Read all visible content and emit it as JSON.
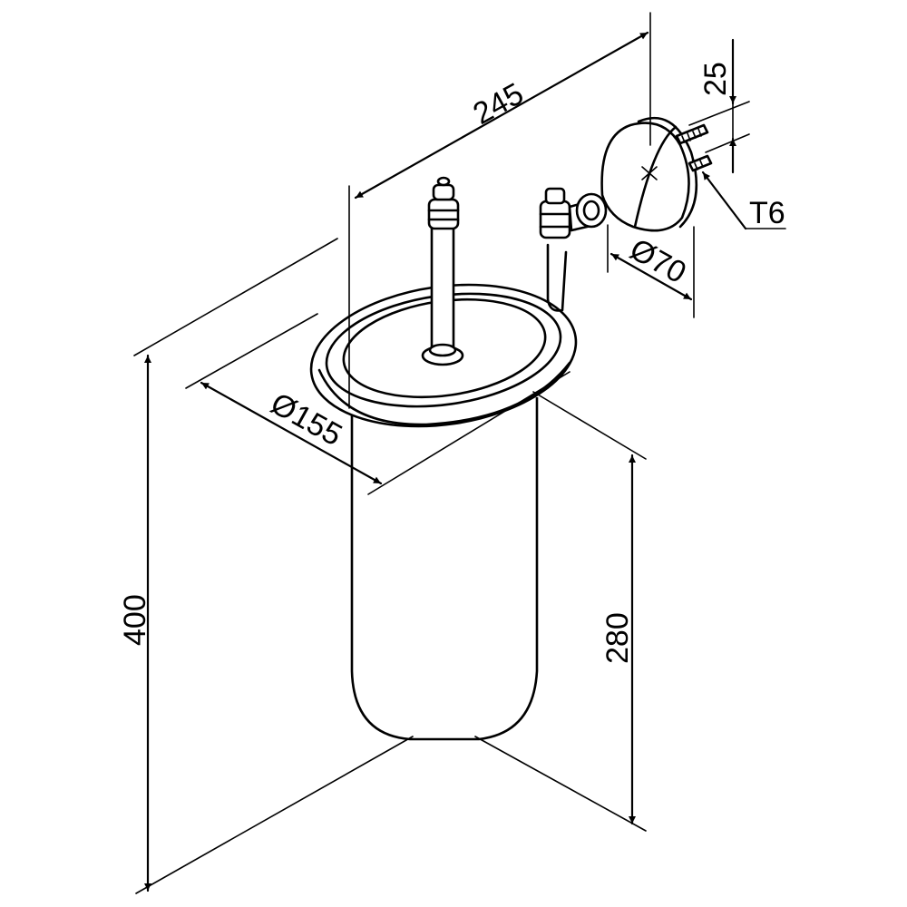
{
  "drawing": {
    "colors": {
      "line": "#000000",
      "background": "#ffffff"
    },
    "dimensions": {
      "width": "245",
      "height_total": "400",
      "height_container": "280",
      "diameter_container": "Ø155",
      "diameter_wall_plate": "Ø70",
      "screw_length": "25",
      "screw_spec": "T6"
    }
  }
}
